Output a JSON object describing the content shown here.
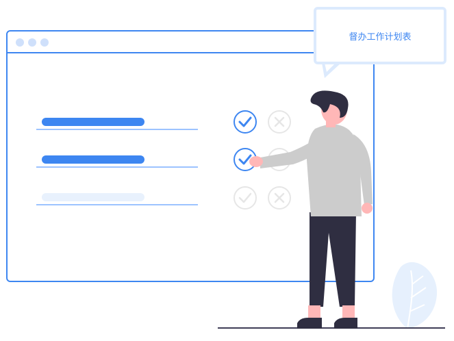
{
  "bubble": {
    "text": "督办工作计划表"
  },
  "checklist": [
    {
      "status": "done",
      "accepted": true
    },
    {
      "status": "done",
      "accepted": true
    },
    {
      "status": "pending",
      "accepted": null
    }
  ],
  "colors": {
    "accent": "#3d86f1",
    "accent_light": "#dceafd",
    "muted": "#e6e6e6",
    "figure_dark": "#2f2e41",
    "shirt": "#cccccc",
    "skin": "#ffb7b7"
  },
  "icons": [
    "check-icon",
    "x-icon",
    "browser-dot-icon",
    "leaf-icon"
  ]
}
